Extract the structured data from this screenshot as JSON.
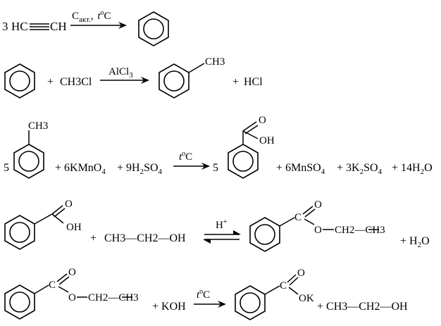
{
  "reactions": [
    {
      "coef": "3",
      "hc": "HC",
      "ch": "CH",
      "cond_c": "C",
      "cond_c_sub": "акт.",
      "cond_sep": ",",
      "cond_t": "t",
      "cond_deg": "o",
      "cond_C": "C"
    },
    {
      "plus1": "+",
      "ch3cl": "CH3Cl",
      "cond_alcl": "AlCl",
      "cond_alcl_sub": "3",
      "methyl": "CH3",
      "plus2": "+",
      "hcl": "HCl"
    },
    {
      "methyl": "CH3",
      "coef1": "5",
      "kmno4": "+ 6KMnO",
      "kmno4_sub": "4",
      "h2so4_a": "+ 9H",
      "h2so4_sub1": "2",
      "h2so4_b": "SO",
      "h2so4_sub2": "4",
      "cond_t": "t",
      "cond_deg": "o",
      "cond_C": "C",
      "coef2": "5",
      "o_label": "O",
      "oh_label": "OH",
      "mnso4": "+ 6MnSO",
      "mnso4_sub": "4",
      "k2so4_a": "+ 3K",
      "k2so4_sub1": "2",
      "k2so4_b": "SO",
      "k2so4_sub2": "4",
      "h2o_a": "+ 14H",
      "h2o_sub": "2",
      "h2o_b": "O"
    },
    {
      "o_label": "O",
      "oh_label": "OH",
      "plus1": "+",
      "ethanol": "CH3—CH2—OH",
      "cond_h": "H",
      "cond_h_sup": "+",
      "c_label": "C",
      "o_label2": "O",
      "o_ester": "O",
      "ethyl": "CH2—CH3",
      "h2o_a": "+ H",
      "h2o_sub": "2",
      "h2o_b": "O"
    },
    {
      "c_label": "C",
      "o_label": "O",
      "o_ester": "O",
      "ethyl": "CH2—CH3",
      "koh": "+ KOH",
      "cond_t": "t",
      "cond_deg": "o",
      "cond_C": "C",
      "c_label2": "C",
      "o_label2": "O",
      "ok_label": "OK",
      "ethanol": "+ CH3—CH2—OH"
    }
  ]
}
